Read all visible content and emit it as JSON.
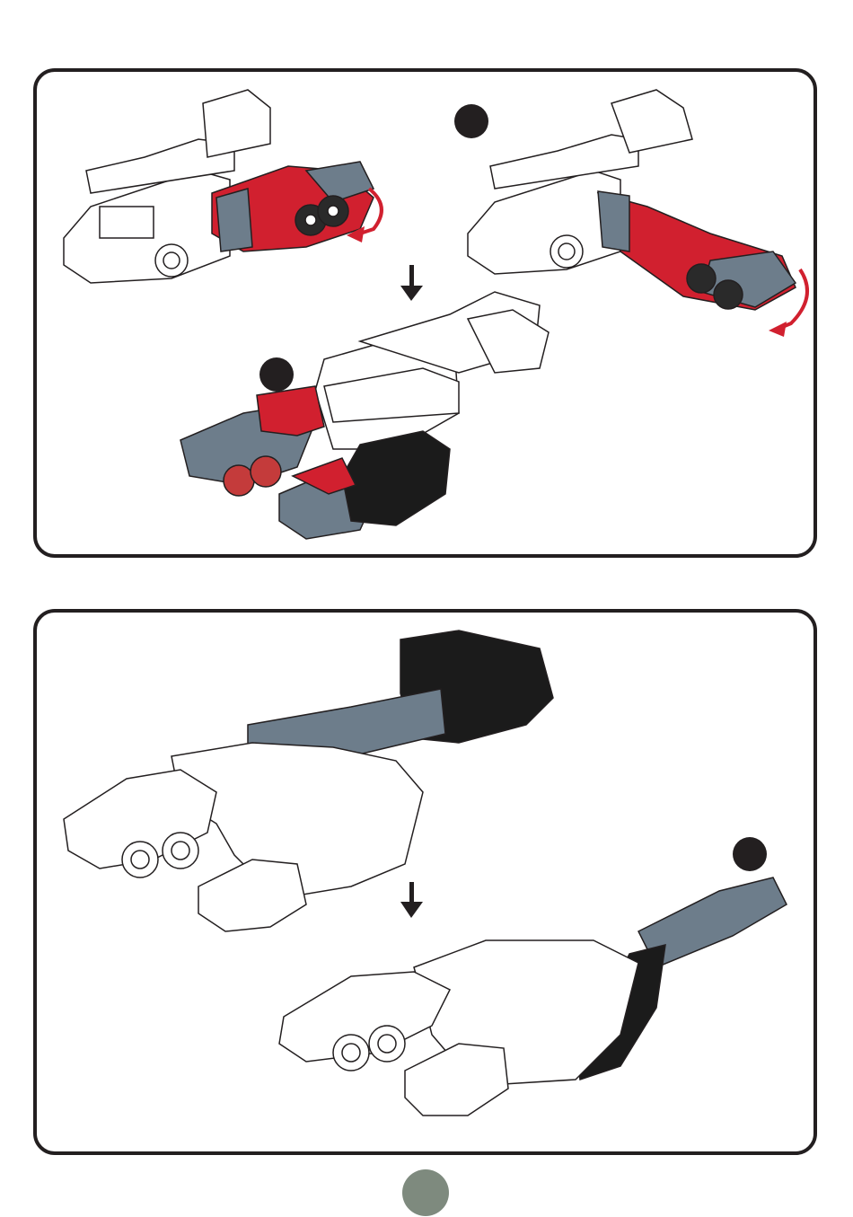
{
  "colors": {
    "outline": "#231f20",
    "red": "#d1202f",
    "grey": "#6d7d8b",
    "black": "#1b1b1b",
    "page_circle": "#7e8a7e"
  },
  "panels": [
    {
      "name": "top",
      "steps": [
        {
          "marker": "step-marker",
          "arrows": [
            "rotate-arrow"
          ]
        },
        {
          "marker": "step-marker",
          "arrows": [
            "rotate-arrow"
          ]
        },
        {
          "marker": "step-marker"
        }
      ]
    },
    {
      "name": "bottom",
      "steps": [
        {
          "marker": "step-marker"
        }
      ]
    }
  ],
  "page_indicator": {
    "shape": "circle",
    "color": "#7e8a7e"
  }
}
